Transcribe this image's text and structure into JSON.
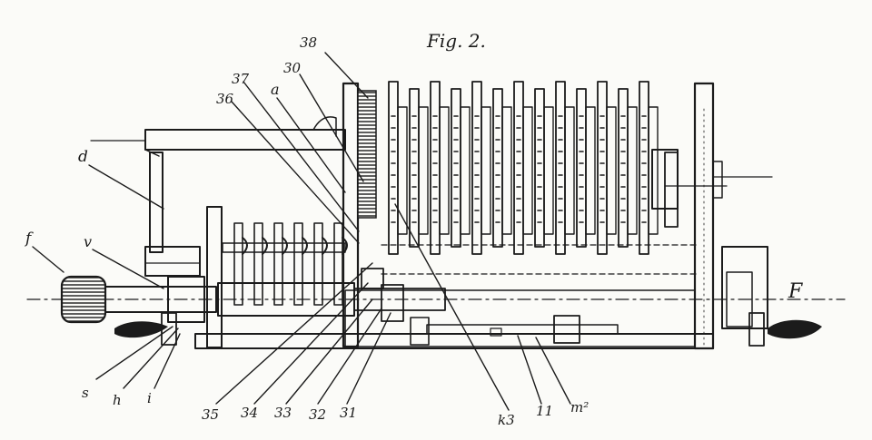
{
  "figure_title": "Fig. 2.",
  "labels": {
    "l38": "38",
    "l30": "30",
    "l37": "37",
    "l36": "36",
    "la": "a",
    "ld": "d",
    "lf": "f",
    "lv": "v",
    "lF": "F",
    "ls": "s",
    "lh": "h",
    "li": "i",
    "l35": "35",
    "l34": "34",
    "l33": "33",
    "l32": "32",
    "l31": "31",
    "lk3": "k3",
    "l11": "11",
    "lm2": "m²"
  },
  "colors": {
    "ink": "#1b1b1b",
    "paper": "#fbfbf8"
  }
}
